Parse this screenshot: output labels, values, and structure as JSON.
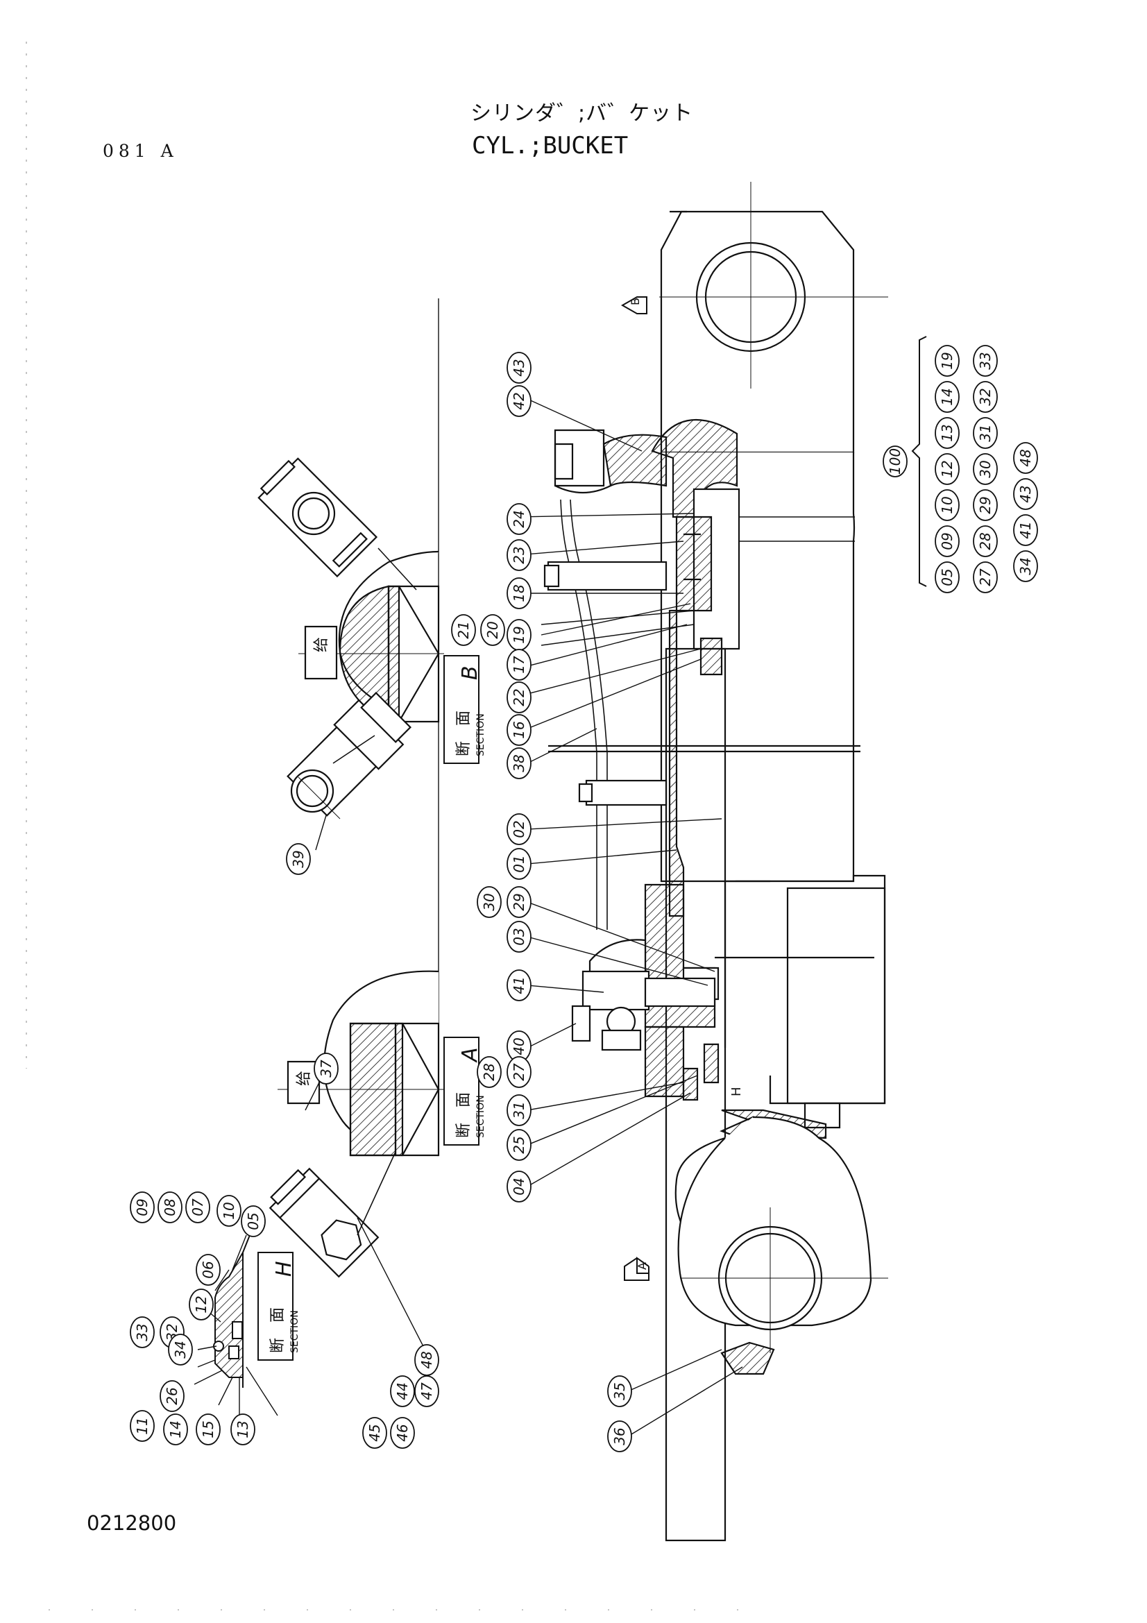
{
  "header": {
    "title_jp": "シリンダ゛;バ゛ケット",
    "title_en": "CYL.;BUCKET",
    "sheet_code": "081 A"
  },
  "footer": {
    "document_number": "0212800"
  },
  "sections": {
    "section_b": {
      "kanji": "断　面",
      "label": "SECTION",
      "letter": "B"
    },
    "section_a": {
      "kanji": "断　面",
      "label": "SECTION",
      "letter": "A"
    },
    "section_h": {
      "kanji": "断　面",
      "label": "SECTION",
      "letter": "H"
    }
  },
  "view_markers": {
    "arrow_b": "B",
    "arrow_a": "A",
    "detail_h": "H"
  },
  "kit": {
    "label": "100",
    "rows": [
      [
        "19",
        "33"
      ],
      [
        "14",
        "32"
      ],
      [
        "13",
        "31"
      ],
      [
        "12",
        "30"
      ],
      [
        "10",
        "29"
      ],
      [
        "09",
        "28"
      ],
      [
        "05",
        "27"
      ],
      [
        "48"
      ],
      [
        "43"
      ],
      [
        "41"
      ],
      [
        "34"
      ]
    ]
  },
  "callouts": {
    "main_top": [
      "43",
      "42",
      "24",
      "23",
      "18",
      "21",
      "20",
      "19",
      "17",
      "22",
      "16",
      "38"
    ],
    "main_mid": [
      "02",
      "01",
      "30",
      "29",
      "03",
      "41",
      "40",
      "28",
      "27",
      "31",
      "25",
      "04"
    ],
    "rod_end": [
      "35",
      "36"
    ],
    "section_b": [
      "39"
    ],
    "section_a": [
      "37",
      "48",
      "47",
      "44",
      "46",
      "45"
    ],
    "section_h": [
      "09",
      "08",
      "07",
      "10",
      "05",
      "06",
      "12",
      "33",
      "32",
      "34",
      "26",
      "11",
      "14",
      "15",
      "13"
    ]
  }
}
